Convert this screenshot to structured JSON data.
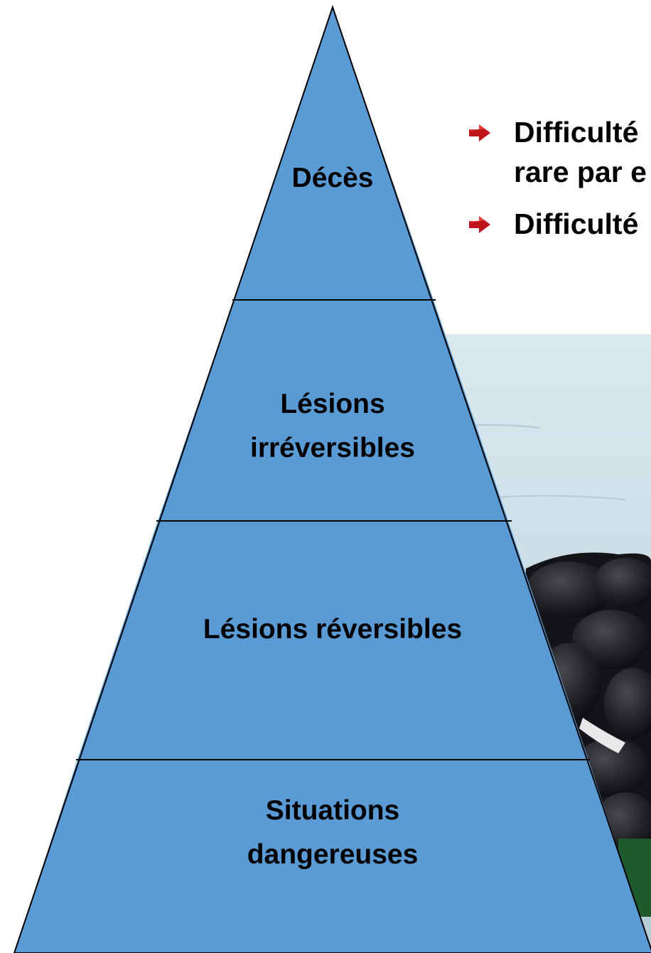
{
  "bullets": [
    {
      "icon": "red-arrow-icon",
      "lines": [
        "Difficulté",
        "rare par e"
      ]
    },
    {
      "icon": "red-arrow-icon",
      "lines": [
        "Difficulté"
      ]
    }
  ],
  "pyramid": {
    "fill_color": "#5b9bd5",
    "levels": [
      {
        "label_lines": [
          "Décès"
        ]
      },
      {
        "label_lines": [
          "Lésions",
          "irréversibles"
        ]
      },
      {
        "label_lines": [
          "Lésions réversibles"
        ]
      },
      {
        "label_lines": [
          "Situations",
          "dangereuses"
        ]
      }
    ]
  },
  "photo": {
    "subject": "mussel-cluster-on-water"
  },
  "colors": {
    "bullet_arrow": "#c0141c",
    "water": "#c9dde6"
  }
}
